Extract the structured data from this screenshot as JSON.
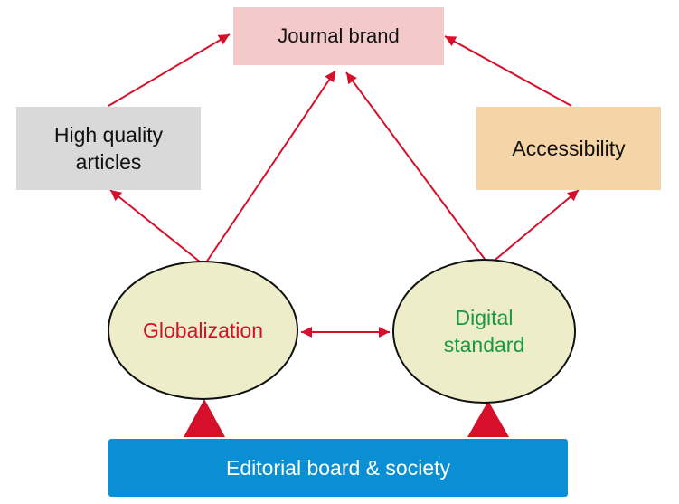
{
  "colors": {
    "arrow": "#d6102a",
    "journal_fill": "#f4c9c9",
    "quality_fill": "#d9d9d9",
    "accessibility_fill": "#f5d5a8",
    "editorial_fill": "#0b8fd4",
    "ellipse_fill": "#ededc9",
    "globalization_text": "#d6102a",
    "digital_text": "#1a9a3e"
  },
  "nodes": {
    "journal_brand": "Journal brand",
    "high_quality_line1": "High quality",
    "high_quality_line2": "articles",
    "accessibility": "Accessibility",
    "globalization": "Globalization",
    "digital_line1": "Digital",
    "digital_line2": "standard",
    "editorial": "Editorial board & society"
  }
}
